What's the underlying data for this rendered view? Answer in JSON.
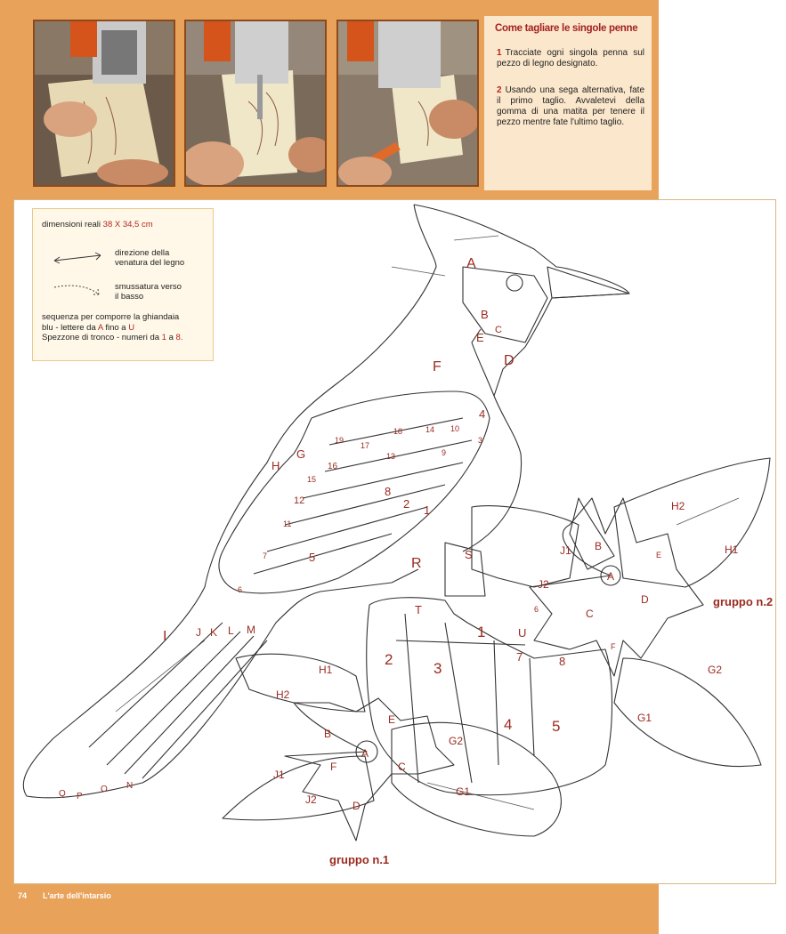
{
  "intro": {
    "title": "Come tagliare le singole penne",
    "step1_num": "1",
    "step1_text": "Tracciate ogni singola penna sul pezzo di legno designato.",
    "step2_num": "2",
    "step2_text": "Usando una sega alternativa, fate il primo taglio. Avvaletevi della gomma di una matita per tenere il pezzo mentre fate l'ultimo taglio."
  },
  "legend": {
    "dim_prefix": "dimensioni reali",
    "dim_value": "38 X 34,5 cm",
    "grain_line1": "direzione della",
    "grain_line2": "venatura del legno",
    "bevel_line1": "smussatura verso",
    "bevel_line2": "il basso",
    "seq_line1_a": "sequenza per comporre la ghiandaia",
    "seq_line2_a": "blu - lettere da",
    "seq_line2_b": "A",
    "seq_line2_c": "fino a",
    "seq_line2_d": "U",
    "seq_line3_a": "Spezzone di tronco - numeri da",
    "seq_line3_b": "1",
    "seq_line3_c": "a",
    "seq_line3_d": "8."
  },
  "pattern": {
    "bird": {
      "A": "A",
      "B": "B",
      "C": "C",
      "D": "D",
      "E": "E",
      "F": "F",
      "G": "G",
      "H": "H",
      "I": "I",
      "J": "J",
      "K": "K",
      "L": "L",
      "M": "M",
      "N": "N",
      "O": "O",
      "P": "P",
      "Q": "Q",
      "R": "R",
      "S": "S",
      "T": "T",
      "U": "U"
    },
    "wing": [
      "1",
      "2",
      "3",
      "4",
      "5",
      "6",
      "7",
      "8",
      "9",
      "10",
      "11",
      "12",
      "13",
      "14",
      "15",
      "16",
      "17",
      "18",
      "19"
    ],
    "trunk": [
      "1",
      "2",
      "3",
      "4",
      "5",
      "6",
      "7",
      "8"
    ],
    "group2": {
      "H1": "H1",
      "H2": "H2",
      "G1": "G1",
      "G2": "G2",
      "J1": "J1",
      "J2": "J2",
      "A": "A",
      "B": "B",
      "C": "C",
      "D": "D",
      "E": "E",
      "F": "F",
      "label": "gruppo n.2"
    },
    "group1": {
      "H1": "H1",
      "H2": "H2",
      "G1": "G1",
      "G2": "G2",
      "J1": "J1",
      "J2": "J2",
      "A": "A",
      "B": "B",
      "C": "C",
      "D": "D",
      "E": "E",
      "F": "F",
      "label": "gruppo n.1"
    }
  },
  "footer": {
    "page_number": "74",
    "magazine": "L'arte dell'intarsio"
  },
  "colors": {
    "page_orange": "#e9a25a",
    "label_red": "#b3261e",
    "line": "#333333"
  }
}
